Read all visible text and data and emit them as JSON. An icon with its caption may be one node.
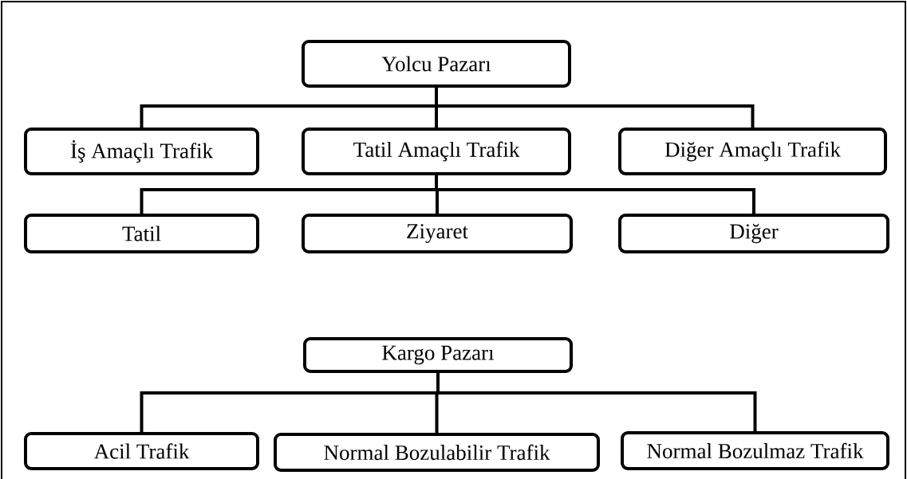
{
  "diagram": {
    "nodes": [
      {
        "text": [
          "Yolcu Pazarı"
        ]
      },
      {
        "text": [
          "İş Amaçlı Trafik"
        ]
      },
      {
        "text": [
          "Tatil Amaçlı Trafik"
        ]
      },
      {
        "text": [
          "Diğer Amaçlı Trafik"
        ]
      },
      {
        "text": [
          "Tatil"
        ]
      },
      {
        "text": [
          "Ziyaret"
        ]
      },
      {
        "text": [
          "Diğer"
        ]
      },
      {
        "text": [
          "Kargo Pazarı"
        ]
      },
      {
        "text": [
          "Acil Trafik"
        ]
      },
      {
        "text": [
          "Normal Bozulabilir Trafik"
        ]
      },
      {
        "text": [
          "Normal Bozulmaz Trafik"
        ]
      }
    ],
    "edges": [
      {
        "from": 0,
        "to": 1,
        "arrow": "none"
      },
      {
        "from": 0,
        "to": 2,
        "arrow": "none"
      },
      {
        "from": 0,
        "to": 3,
        "arrow": "none"
      },
      {
        "from": 2,
        "to": 4,
        "arrow": "none"
      },
      {
        "from": 2,
        "to": 5,
        "arrow": "none"
      },
      {
        "from": 2,
        "to": 6,
        "arrow": "none"
      },
      {
        "from": 7,
        "to": 8,
        "arrow": "none"
      },
      {
        "from": 7,
        "to": 9,
        "arrow": "none"
      },
      {
        "from": 7,
        "to": 10,
        "arrow": "none"
      }
    ]
  }
}
